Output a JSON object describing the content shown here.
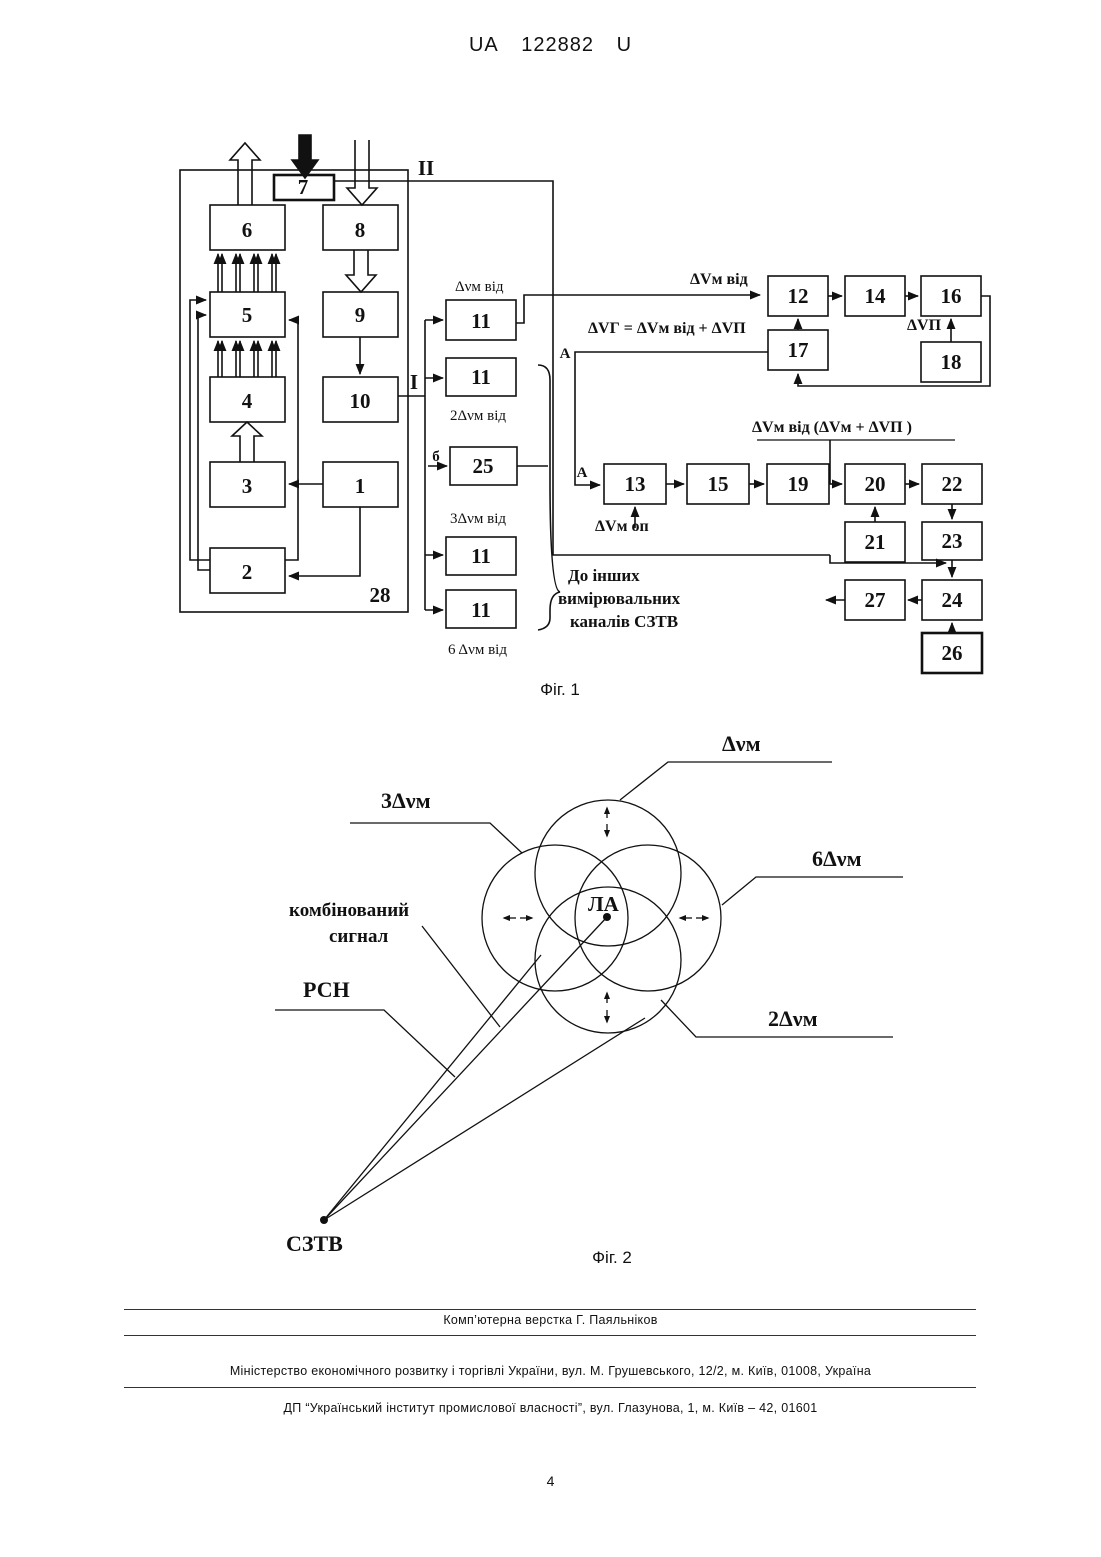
{
  "header": {
    "country": "UA",
    "number": "122882",
    "kind": "U"
  },
  "figure1": {
    "caption": "Фіг. 1",
    "blocks": [
      "1",
      "2",
      "3",
      "4",
      "5",
      "6",
      "7",
      "8",
      "9",
      "10",
      "11",
      "11",
      "11",
      "11",
      "12",
      "13",
      "14",
      "15",
      "16",
      "17",
      "18",
      "19",
      "20",
      "21",
      "22",
      "23",
      "24",
      "25",
      "26",
      "27"
    ],
    "system_label": "28",
    "bus_label_1": "I",
    "bus_label_2": "II",
    "input_b": "б",
    "label_a": "A",
    "ch1": "Δνм від",
    "ch2": "2Δνм від",
    "ch3": "3Δνм від",
    "ch6": "6 Δνм від",
    "in12": "ΔVм від",
    "formula17": "ΔVГ = ΔVм  від + ΔVП",
    "in16": "ΔVП",
    "in13": "ΔVм оп",
    "formula19": "ΔVм від  (ΔVм + ΔVП )",
    "brace_text": [
      "До інших",
      "вимірювальних",
      "каналів СЗТВ"
    ]
  },
  "figure2": {
    "caption": "Фіг. 2",
    "labels": {
      "top": "Δνм",
      "left": "3Δνм",
      "right": "6Δνм",
      "bottom": "2Δνм",
      "center": "ЛА",
      "combined": [
        "комбінований",
        "сигнал"
      ],
      "rsn": "РСН",
      "origin": "СЗТВ"
    }
  },
  "footer": {
    "layout": "Комп’ютерна верстка Г. Паяльніков",
    "ministry": "Міністерство економічного розвитку і торгівлі України, вул. М. Грушевського, 12/2, м. Київ, 01008, Україна",
    "institute": "ДП “Український інститут промислової власності”, вул. Глазунова, 1, м. Київ – 42, 01601"
  },
  "page_number": "4"
}
